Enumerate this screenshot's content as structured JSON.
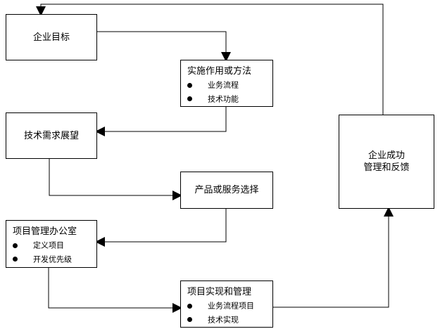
{
  "diagram": {
    "type": "flowchart",
    "stroke_color": "#000000",
    "background_color": "#ffffff",
    "nodes": [
      {
        "id": "enterprise-goal",
        "title": "企业目标",
        "bullets": []
      },
      {
        "id": "implementation",
        "title": "实施作用或方法",
        "bullets": [
          "业务流程",
          "技术功能"
        ]
      },
      {
        "id": "tech-demand",
        "title": "技术需求展望",
        "bullets": []
      },
      {
        "id": "product-service",
        "title": "产品或服务选择",
        "bullets": []
      },
      {
        "id": "pmo",
        "title": "项目管理办公室",
        "bullets": [
          "定义项目",
          "开发优先级"
        ]
      },
      {
        "id": "project-impl",
        "title": "项目实现和管理",
        "bullets": [
          "业务流程项目",
          "技术实现"
        ]
      },
      {
        "id": "enterprise-success",
        "title_line1": "企业成功",
        "title_line2": "管理和反馈",
        "bullets": []
      }
    ],
    "connectors": [
      {
        "id": "goal-to-implementation",
        "from": "enterprise-goal",
        "to": "implementation"
      },
      {
        "id": "implementation-to-tech-demand",
        "from": "implementation",
        "to": "tech-demand"
      },
      {
        "id": "tech-demand-to-product-service",
        "from": "tech-demand",
        "to": "product-service"
      },
      {
        "id": "product-service-to-pmo",
        "from": "product-service",
        "to": "pmo"
      },
      {
        "id": "pmo-to-project-impl",
        "from": "pmo",
        "to": "project-impl"
      },
      {
        "id": "project-impl-to-enterprise-success",
        "from": "project-impl",
        "to": "enterprise-success"
      },
      {
        "id": "enterprise-success-to-goal",
        "from": "enterprise-success",
        "to": "enterprise-goal"
      }
    ]
  }
}
